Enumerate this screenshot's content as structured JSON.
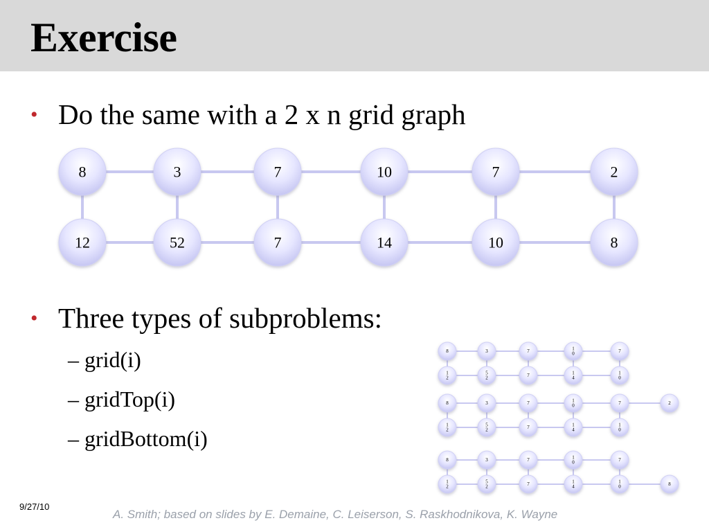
{
  "slide": {
    "title": "Exercise"
  },
  "bullets": [
    {
      "text": "Do the same with a 2 x n grid graph"
    },
    {
      "text": "Three types of subproblems:"
    }
  ],
  "subitems": [
    {
      "text": "– grid(i)"
    },
    {
      "text": "– gridTop(i)"
    },
    {
      "text": "– gridBottom(i)"
    }
  ],
  "main_grid": {
    "top": [
      "8",
      "3",
      "7",
      "10",
      "7",
      "2"
    ],
    "bottom": [
      "12",
      "52",
      "7",
      "14",
      "10",
      "8"
    ]
  },
  "mini_grids": [
    {
      "name": "grid",
      "top": [
        "8",
        "3",
        "7",
        "10",
        "7"
      ],
      "bottom": [
        "12",
        "52",
        "7",
        "14",
        "10"
      ]
    },
    {
      "name": "gridTop",
      "top": [
        "8",
        "3",
        "7",
        "10",
        "7",
        "2"
      ],
      "bottom": [
        "12",
        "52",
        "7",
        "14",
        "10"
      ]
    },
    {
      "name": "gridBottom",
      "top": [
        "8",
        "3",
        "7",
        "10",
        "7"
      ],
      "bottom": [
        "12",
        "52",
        "7",
        "14",
        "10",
        "8"
      ]
    }
  ],
  "footer": {
    "date": "9/27/10",
    "credit": "A. Smith; based on slides by E. Demaine, C. Leiserson, S. Raskhodnikova, K. Wayne"
  },
  "colors": {
    "bullet": "#c0282d",
    "node_fill": "#dcdcff",
    "edge": "#c8c8f0",
    "title_bar": "#d9d9d9"
  }
}
